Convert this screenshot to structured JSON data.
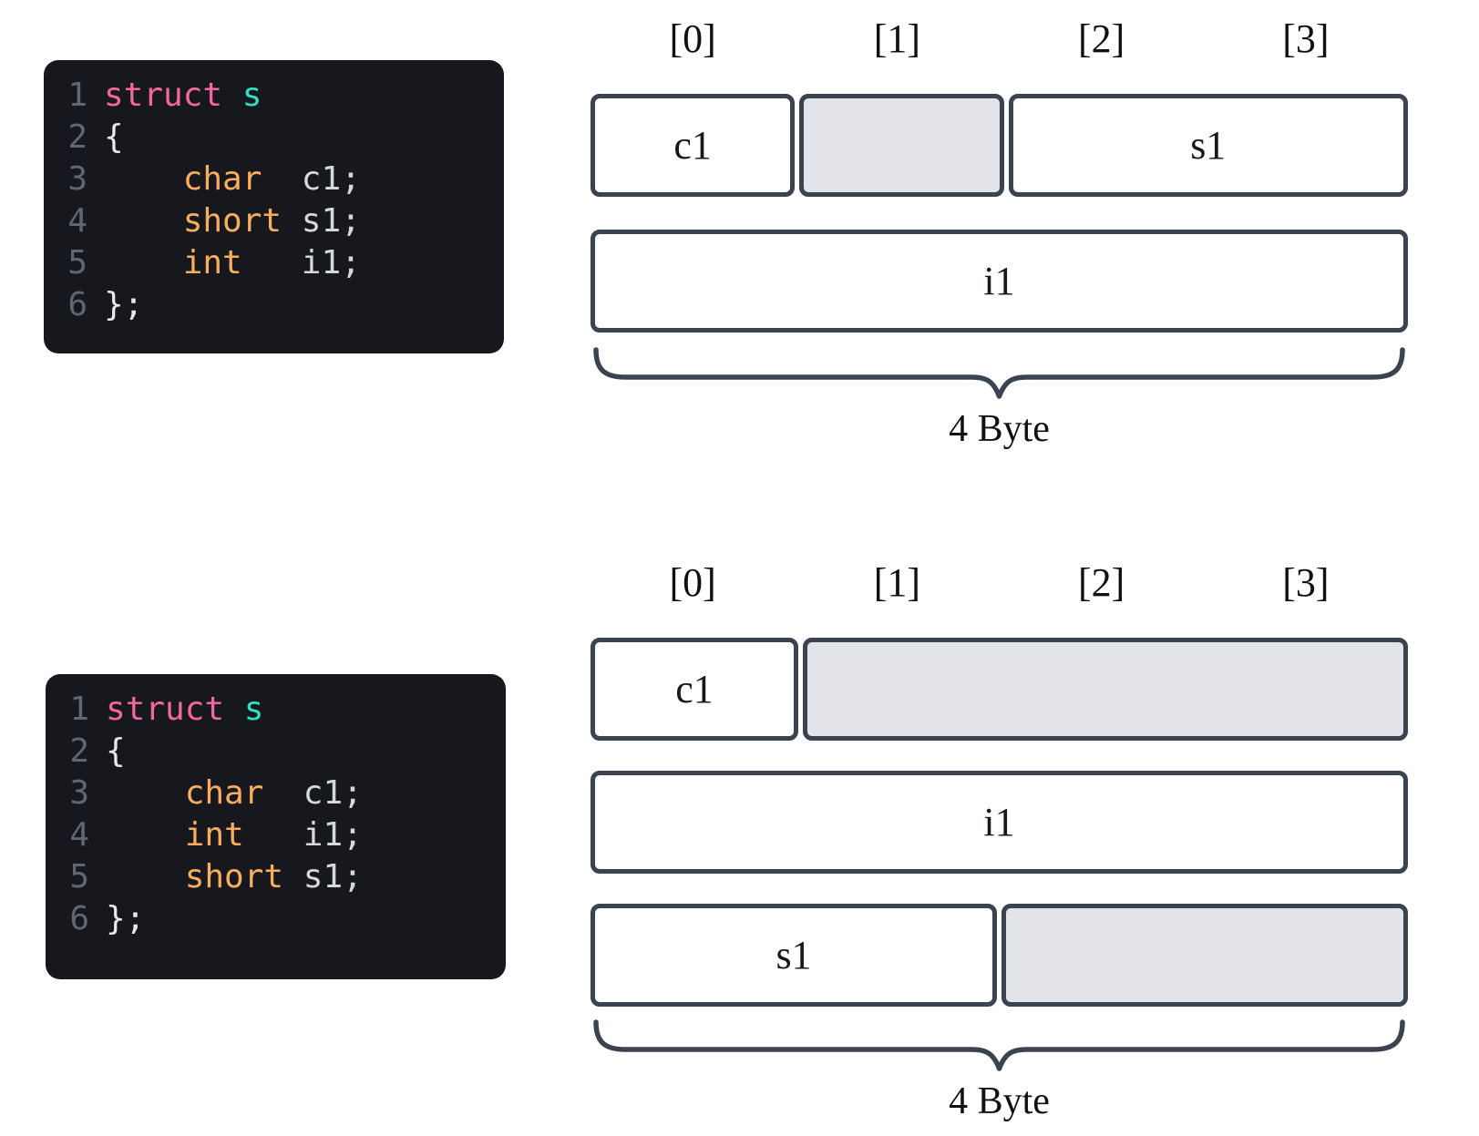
{
  "colors": {
    "page_bg": "#ffffff",
    "code_bg": "#16181d",
    "kw": "#f4679d",
    "cls": "#2ee0c4",
    "typ": "#f9ae5e",
    "id": "#d5d9de",
    "pun": "#e6e9ed",
    "ln": "#5f6774",
    "box_border": "#3b4350",
    "pad_fill": "#e2e4e9",
    "box_text": "#16181c",
    "label_text": "#111111"
  },
  "sections": {
    "top": {
      "code": {
        "lines": [
          {
            "no": "1",
            "tokens": [
              [
                "kw",
                "struct"
              ],
              [
                "id",
                " "
              ],
              [
                "cls",
                "s"
              ]
            ]
          },
          {
            "no": "2",
            "tokens": [
              [
                "pun",
                "{"
              ]
            ]
          },
          {
            "no": "3",
            "tokens": [
              [
                "id",
                "    "
              ],
              [
                "typ",
                "char"
              ],
              [
                "id",
                "  "
              ],
              [
                "id",
                "c1;"
              ]
            ]
          },
          {
            "no": "4",
            "tokens": [
              [
                "id",
                "    "
              ],
              [
                "typ",
                "short"
              ],
              [
                "id",
                " "
              ],
              [
                "id",
                "s1;"
              ]
            ]
          },
          {
            "no": "5",
            "tokens": [
              [
                "id",
                "    "
              ],
              [
                "typ",
                "int"
              ],
              [
                "id",
                "   "
              ],
              [
                "id",
                "i1;"
              ]
            ]
          },
          {
            "no": "6",
            "tokens": [
              [
                "pun",
                "};"
              ]
            ]
          }
        ]
      },
      "diagram": {
        "byte_labels": [
          "[0]",
          "[1]",
          "[2]",
          "[3]"
        ],
        "rows": [
          {
            "cells": [
              {
                "label": "c1",
                "bytes": 1,
                "pad": false
              },
              {
                "label": "",
                "bytes": 1,
                "pad": true
              },
              {
                "label": "s1",
                "bytes": 2,
                "pad": false
              }
            ]
          },
          {
            "cells": [
              {
                "label": "i1",
                "bytes": 4,
                "pad": false
              }
            ]
          }
        ],
        "total_label": "4 Byte"
      }
    },
    "bottom": {
      "code": {
        "lines": [
          {
            "no": "1",
            "tokens": [
              [
                "kw",
                "struct"
              ],
              [
                "id",
                " "
              ],
              [
                "cls",
                "s"
              ]
            ]
          },
          {
            "no": "2",
            "tokens": [
              [
                "pun",
                "{"
              ]
            ]
          },
          {
            "no": "3",
            "tokens": [
              [
                "id",
                "    "
              ],
              [
                "typ",
                "char"
              ],
              [
                "id",
                "  "
              ],
              [
                "id",
                "c1;"
              ]
            ]
          },
          {
            "no": "4",
            "tokens": [
              [
                "id",
                "    "
              ],
              [
                "typ",
                "int"
              ],
              [
                "id",
                "   "
              ],
              [
                "id",
                "i1;"
              ]
            ]
          },
          {
            "no": "5",
            "tokens": [
              [
                "id",
                "    "
              ],
              [
                "typ",
                "short"
              ],
              [
                "id",
                " "
              ],
              [
                "id",
                "s1;"
              ]
            ]
          },
          {
            "no": "6",
            "tokens": [
              [
                "pun",
                "};"
              ]
            ]
          }
        ]
      },
      "diagram": {
        "byte_labels": [
          "[0]",
          "[1]",
          "[2]",
          "[3]"
        ],
        "rows": [
          {
            "cells": [
              {
                "label": "c1",
                "bytes": 1,
                "pad": false
              },
              {
                "label": "",
                "bytes": 3,
                "pad": true
              }
            ]
          },
          {
            "cells": [
              {
                "label": "i1",
                "bytes": 4,
                "pad": false
              }
            ]
          },
          {
            "cells": [
              {
                "label": "s1",
                "bytes": 2,
                "pad": false
              },
              {
                "label": "",
                "bytes": 2,
                "pad": true
              }
            ]
          }
        ],
        "total_label": "4 Byte"
      }
    }
  }
}
